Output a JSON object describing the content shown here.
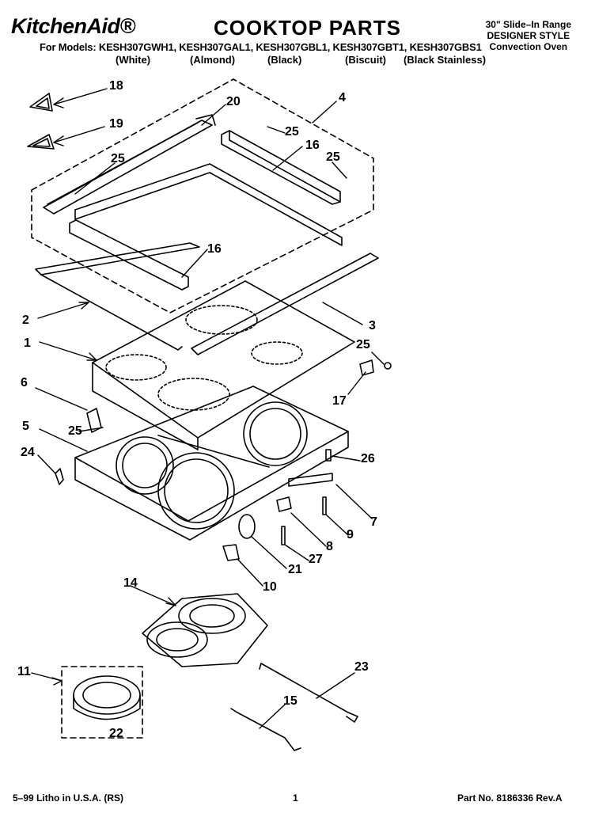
{
  "header": {
    "brand": "KitchenAid®",
    "title": "COOKTOP PARTS",
    "range_line1": "30\" Slide–In Range",
    "range_line2": "DESIGNER STYLE",
    "range_line3": "Convection Oven",
    "models": "For Models: KESH307GWH1, KESH307GAL1, KESH307GBL1, KESH307GBT1, KESH307GBS1",
    "colors": [
      "(White)",
      "(Almond)",
      "(Black)",
      "(Biscuit)",
      "(Black Stainless)"
    ]
  },
  "callouts": [
    "18",
    "20",
    "4",
    "19",
    "25",
    "16",
    "25",
    "25",
    "16",
    "2",
    "3",
    "1",
    "25",
    "17",
    "6",
    "5",
    "25",
    "26",
    "24",
    "7",
    "9",
    "8",
    "27",
    "21",
    "10",
    "14",
    "11",
    "23",
    "15",
    "22"
  ],
  "footer": {
    "left": "5–99 Litho in U.S.A. (RS)",
    "page": "1",
    "part": "Part No. 8186336 Rev.A"
  },
  "colors": {
    "ink": "#000000",
    "paper": "#ffffff"
  }
}
